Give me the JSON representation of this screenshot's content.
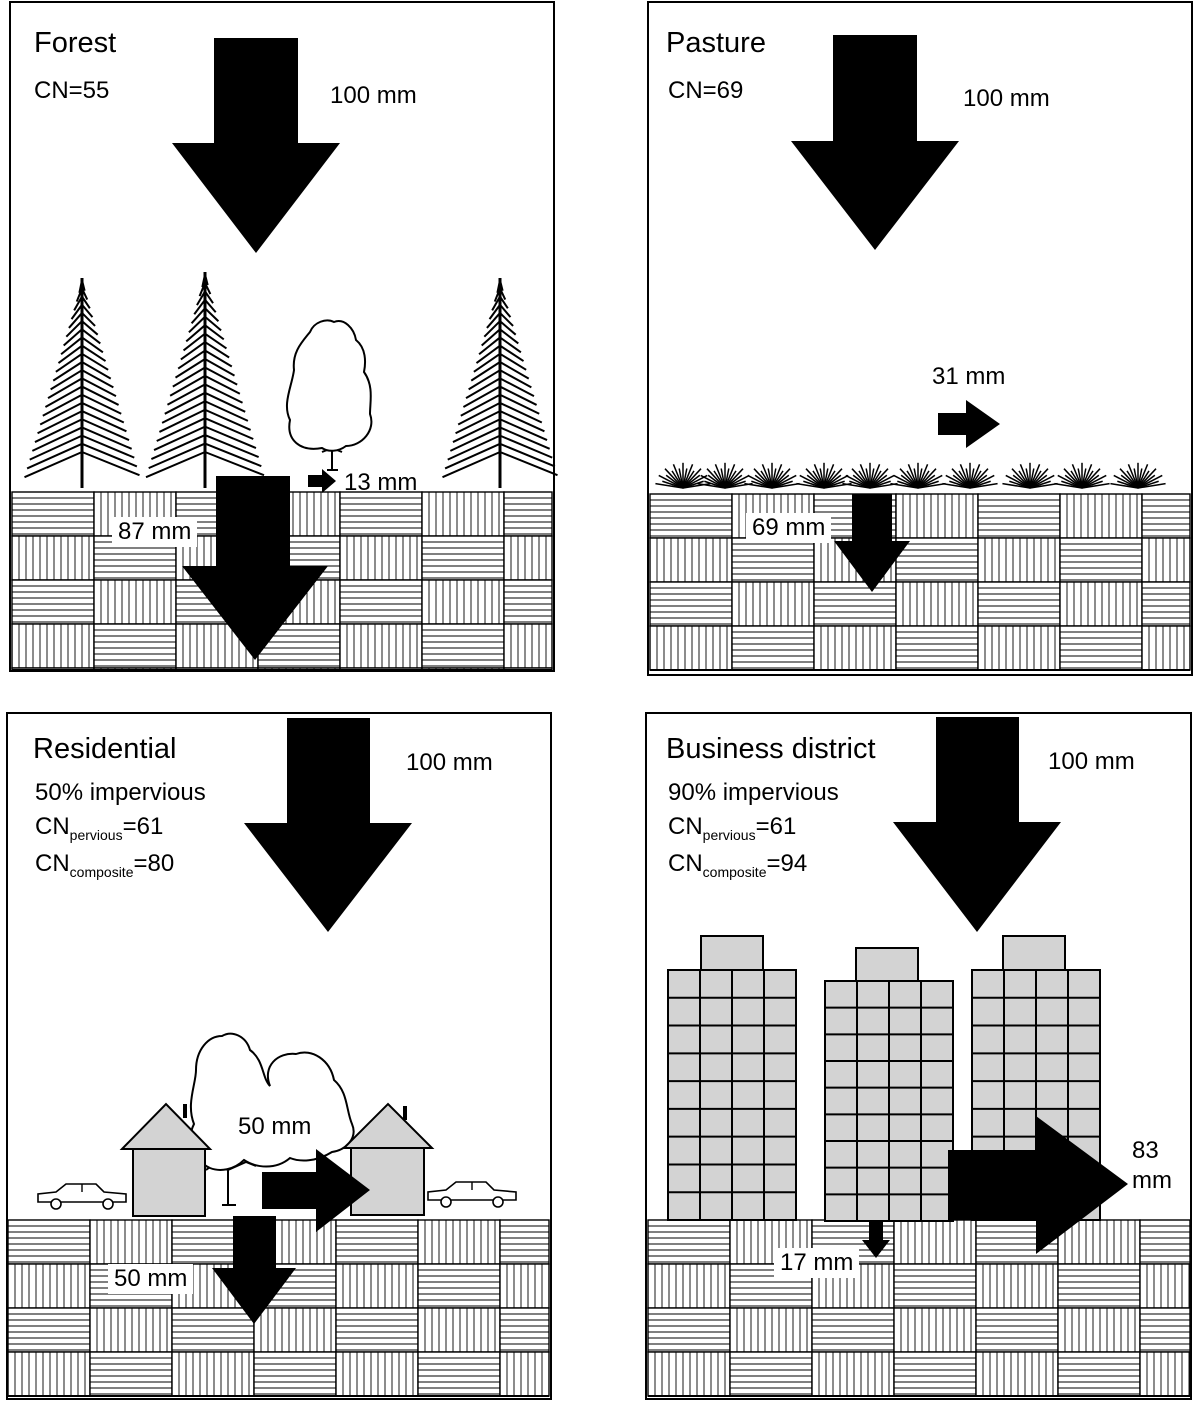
{
  "colors": {
    "ink": "#000000",
    "paper": "#ffffff",
    "building_fill": "#d3d3d3"
  },
  "panels": {
    "forest": {
      "title": "Forest",
      "cn": "CN=55",
      "rain": "100 mm",
      "runoff": "13 mm",
      "infiltration": "87 mm",
      "icons": [
        "conifer-tree-icon",
        "deciduous-tree-icon"
      ]
    },
    "pasture": {
      "title": "Pasture",
      "cn": "CN=69",
      "rain": "100 mm",
      "runoff": "31 mm",
      "infiltration": "69 mm",
      "icons": [
        "grass-tuft-icon"
      ]
    },
    "residential": {
      "title": "Residential",
      "impervious": "50% impervious",
      "cn_base": "CN",
      "cn_pervious_sub": "pervious",
      "cn_pervious_val": "=61",
      "cn_composite_sub": "composite",
      "cn_composite_val": "=80",
      "rain": "100 mm",
      "runoff": "50 mm",
      "infiltration": "50 mm",
      "icons": [
        "house-icon",
        "car-icon",
        "deciduous-tree-icon"
      ]
    },
    "business": {
      "title": "Business district",
      "impervious": "90% impervious",
      "cn_base": "CN",
      "cn_pervious_sub": "pervious",
      "cn_pervious_val": "=61",
      "cn_composite_sub": "composite",
      "cn_composite_val": "=94",
      "rain": "100 mm",
      "runoff": "83 mm",
      "infiltration": "17 mm",
      "icons": [
        "office-building-icon"
      ]
    }
  }
}
